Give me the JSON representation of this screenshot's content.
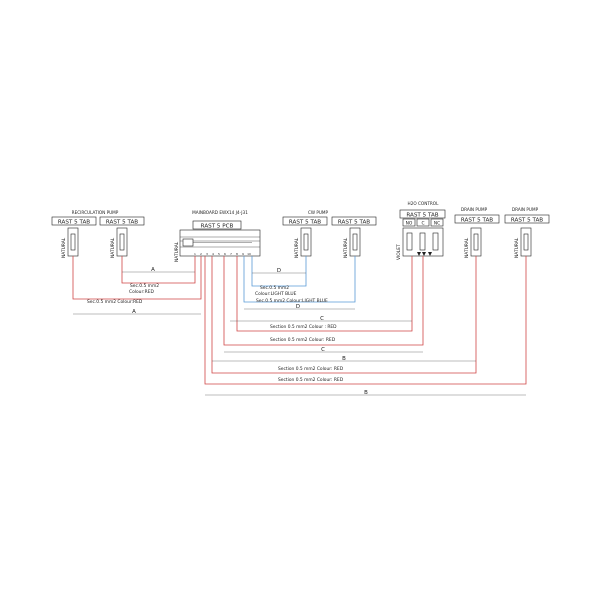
{
  "components": {
    "recirculation_pump": {
      "title": "RECIRCULATION PUMP",
      "conn_left": "RAST 5 TAB",
      "conn_right": "RAST 5 TAB",
      "natural_left": "NATURAL",
      "natural_right": "NATURAL"
    },
    "mainboard": {
      "title": "MAINBOARD EWX14 J4-J31",
      "conn": "RAST 5 PCB",
      "natural": "NATURAL",
      "pin_labels": [
        "1",
        "2",
        "3",
        "4",
        "5",
        "6",
        "7",
        "8",
        "9",
        "10"
      ]
    },
    "cw_pump": {
      "title": "CW PUMP",
      "conn_left": "RAST 5 TAB",
      "conn_right": "RAST 5 TAB",
      "natural_left": "NATURAL",
      "natural_right": "NATURAL"
    },
    "h2o_control": {
      "title": "H2O CONTROL",
      "conn": "RAST 5 TAB",
      "pin_no": "NO",
      "pin_c": "C",
      "pin_nc": "NC",
      "violet": "VIOLET"
    },
    "drain_pump_1": {
      "title": "DRAIN PUMP",
      "conn": "RAST 5 TAB",
      "natural": "NATURAL"
    },
    "drain_pump_2": {
      "title": "DRAIN PUMP",
      "conn": "RAST 5 TAB",
      "natural": "NATURAL"
    }
  },
  "wires": {
    "a_inner": {
      "dim": "A",
      "section": "Sec.0.5 mm2",
      "colour": "Colour:RED"
    },
    "a_outer": {
      "dim": "A",
      "note": "Sec.0.5 mm2  Colour:RED"
    },
    "d_inner": {
      "dim": "D",
      "section": "Sec.0.5 mm2",
      "colour": "Colour:LIGHT BLUE"
    },
    "d_outer": {
      "dim": "D",
      "note": "Sec.0.5 mm2  Colour:LIGHT BLUE"
    },
    "c_upper": {
      "dim": "C",
      "note": "Section 0.5 mm2  Colour : RED"
    },
    "c_lower": {
      "dim": "C",
      "note": "Section 0.5 mm2  Colour: RED"
    },
    "b_upper": {
      "dim": "B",
      "note": "Section 0.5 mm2        Colour: RED"
    },
    "b_lower": {
      "dim": "B",
      "note": "Section 0.5 mm2        Colour: RED"
    }
  },
  "colors": {
    "wire_red": "#d04646",
    "wire_blue": "#5a9ad6",
    "outline": "#222222"
  }
}
